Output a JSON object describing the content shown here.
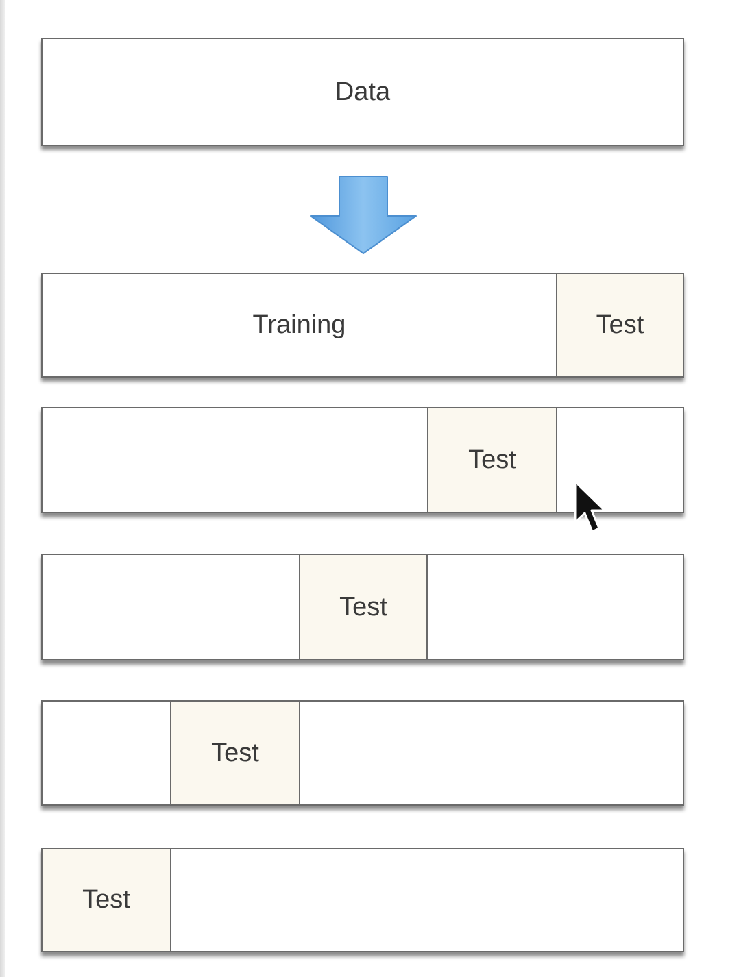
{
  "data_label": "Data",
  "training_label": "Training",
  "test_label": "Test",
  "colors": {
    "test_fill": "#fbf8ef",
    "border": "#6a6a6a",
    "arrow": "#6aaee8"
  },
  "icons": {
    "arrow": "down-arrow-icon",
    "cursor": "mouse-pointer-icon"
  }
}
